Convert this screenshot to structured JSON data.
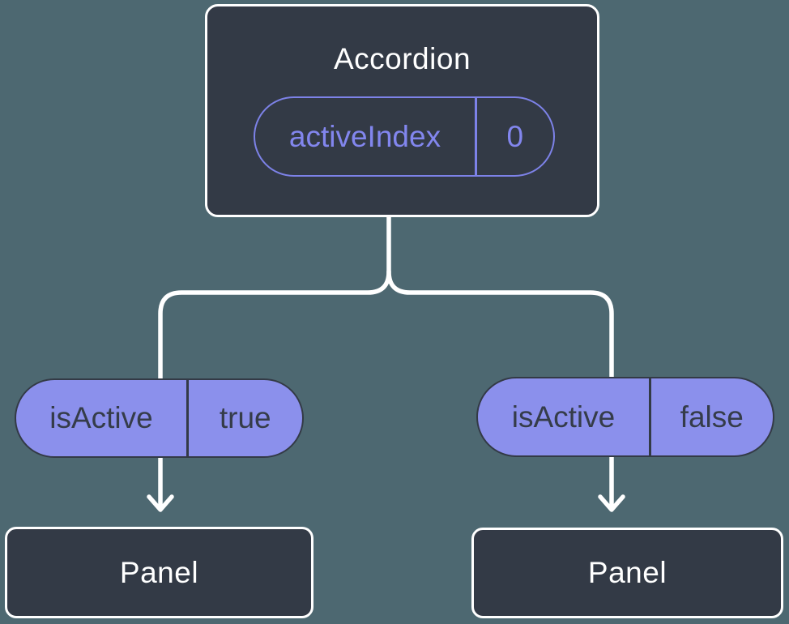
{
  "diagram": {
    "root": {
      "title": "Accordion",
      "prop": {
        "name": "activeIndex",
        "value": "0"
      }
    },
    "children": [
      {
        "prop": {
          "name": "isActive",
          "value": "true"
        },
        "child": {
          "title": "Panel"
        }
      },
      {
        "prop": {
          "name": "isActive",
          "value": "false"
        },
        "child": {
          "title": "Panel"
        }
      }
    ]
  },
  "colors": {
    "background": "#4d6871",
    "node-fill": "#333a46",
    "node-border": "#ffffff",
    "pill-fill": "#8b90ec",
    "pill-outline": "#7d82e8",
    "pill-dark-text": "#353c49",
    "accent-text": "#8286ee",
    "connector": "#ffffff"
  }
}
